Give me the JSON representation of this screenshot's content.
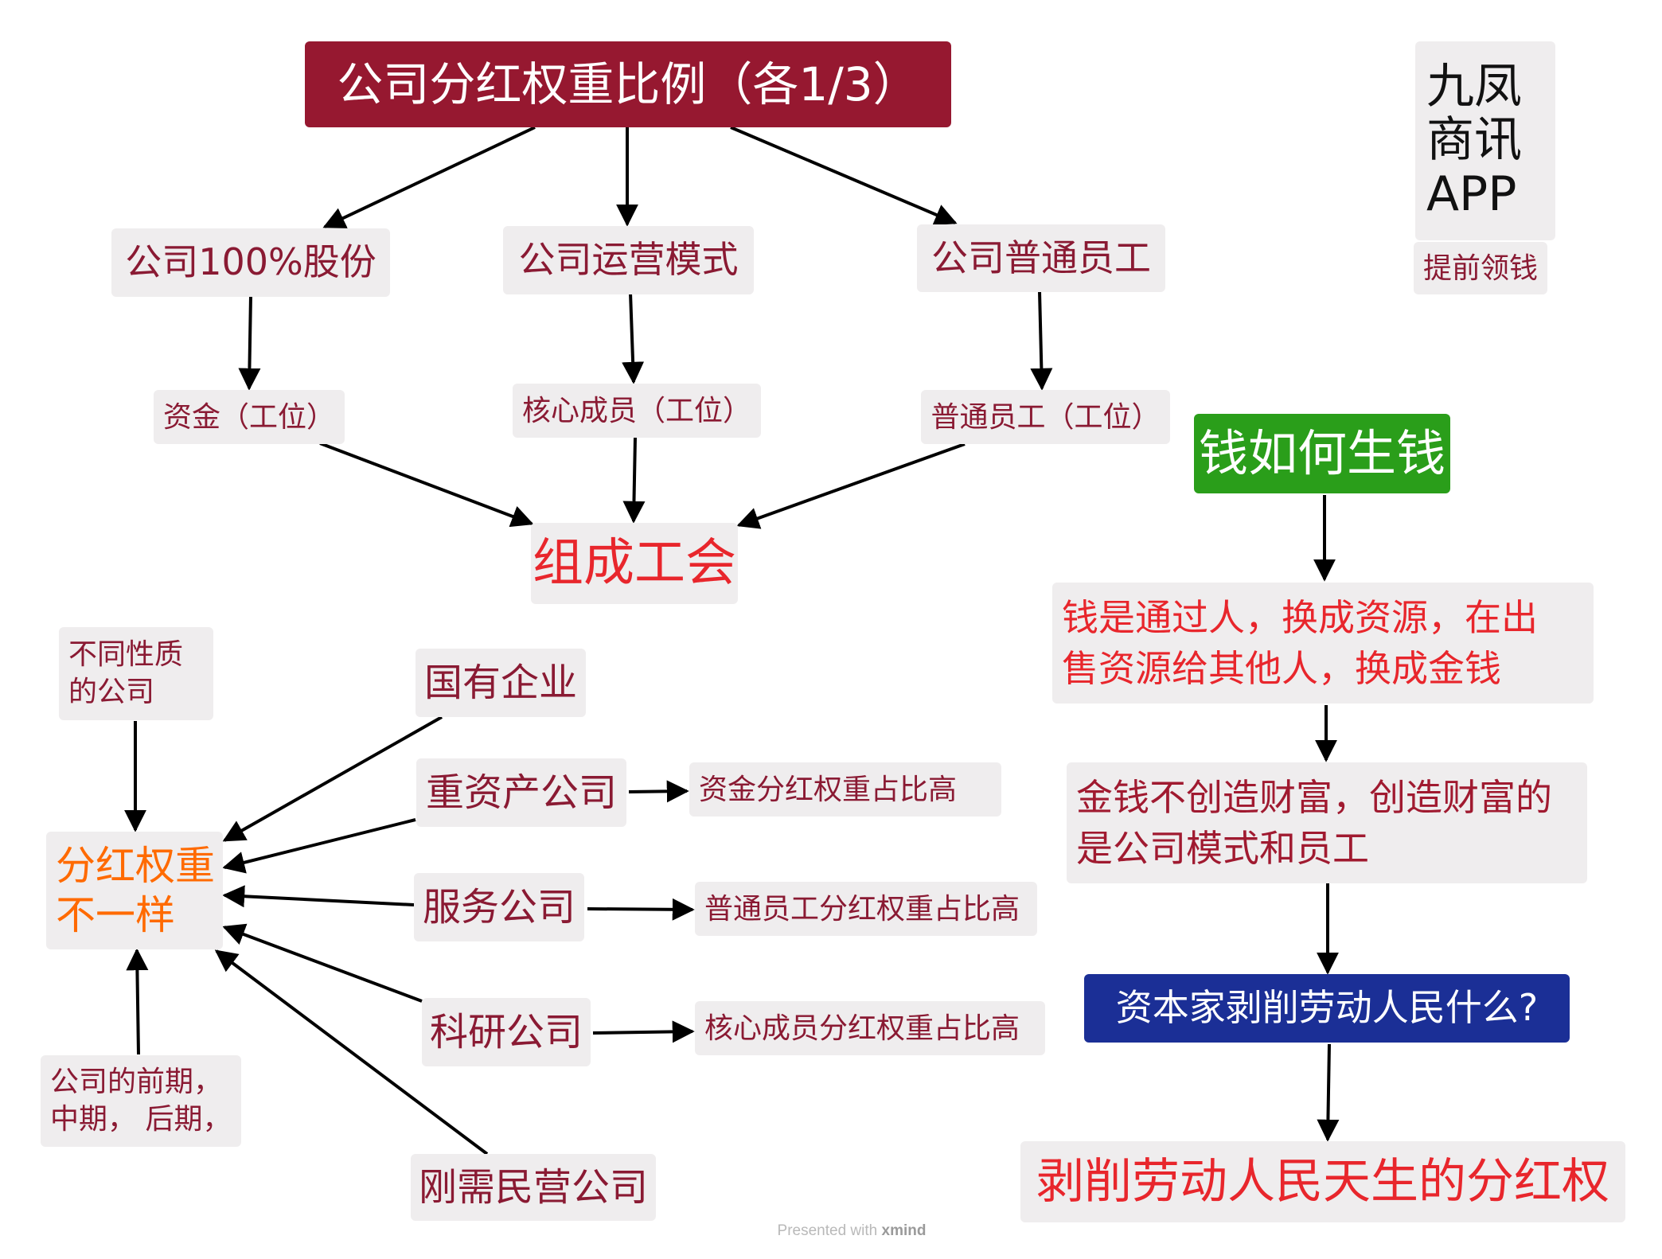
{
  "colors": {
    "root_bg": "#961830",
    "node_bg": "#efedee",
    "dark_red_text": "#8a1a33",
    "red_text": "#e8262c",
    "orange_text": "#ff6a00",
    "green_bg": "#2a9e1a",
    "blue_bg": "#1b2f96"
  },
  "top_tree": {
    "root": "公司分红权重比例（各1/3）",
    "branches": [
      {
        "label": "公司100%股份",
        "child": "资金（工位）"
      },
      {
        "label": "公司运营模式",
        "child": "核心成员（工位）"
      },
      {
        "label": "公司普通员工",
        "child": "普通员工（工位）"
      }
    ],
    "merge": "组成工会"
  },
  "brand": {
    "title": "九凤\n商讯\nAPP",
    "tag": "提前领钱"
  },
  "bottom_left": {
    "factor_top": "不同性质\n的公司",
    "factor_bottom": "公司的前期，\n中期， 后期，",
    "center": "分红权重\n不一样",
    "companies": [
      {
        "label": "国有企业",
        "note": ""
      },
      {
        "label": "重资产公司",
        "note": "资金分红权重占比高"
      },
      {
        "label": "服务公司",
        "note": "普通员工分红权重占比高"
      },
      {
        "label": "科研公司",
        "note": "核心成员分红权重占比高"
      },
      {
        "label": "刚需民营公司",
        "note": ""
      }
    ]
  },
  "right_chain": {
    "start": "钱如何生钱",
    "step1": "钱是通过人，换成资源，在出\n售资源给其他人，换成金钱",
    "step2": "金钱不创造财富，创造财富的\n是公司模式和员工",
    "question": "资本家剥削劳动人民什么?",
    "answer": "剥削劳动人民天生的分红权"
  },
  "footer": {
    "prefix": "Presented with",
    "brand": "xmind"
  }
}
